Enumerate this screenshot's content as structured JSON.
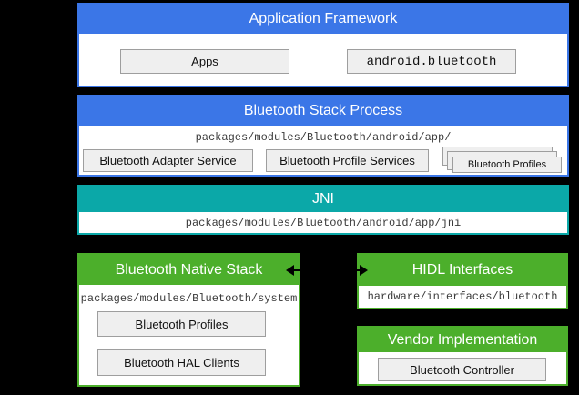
{
  "colors": {
    "canvas_bg": "#000000",
    "header_blue": "#3B76E7",
    "header_teal": "#0BA8A8",
    "header_green": "#4CAF2B",
    "body_bg": "#FFFFFF",
    "box_fill": "#EFEFEF",
    "box_border": "#9E9E9E",
    "path_text": "#3A3A3A"
  },
  "sections": {
    "application_framework": {
      "title": "Application Framework",
      "boxes": {
        "apps": "Apps",
        "api": "android.bluetooth"
      }
    },
    "bluetooth_stack_process": {
      "title": "Bluetooth Stack Process",
      "path": "packages/modules/Bluetooth/android/app/",
      "boxes": {
        "adapter_service": "Bluetooth Adapter Service",
        "profile_services": "Bluetooth Profile Services",
        "profiles_stack": "Bluetooth Profiles"
      }
    },
    "jni": {
      "title": "JNI",
      "path": "packages/modules/Bluetooth/android/app/jni"
    },
    "bluetooth_native_stack": {
      "title": "Bluetooth Native Stack",
      "path": "packages/modules/Bluetooth/system",
      "boxes": {
        "profiles": "Bluetooth Profiles",
        "hal_clients": "Bluetooth HAL Clients"
      }
    },
    "hidl_interfaces": {
      "title": "HIDL Interfaces",
      "path": "hardware/interfaces/bluetooth"
    },
    "vendor_implementation": {
      "title": "Vendor Implementation",
      "boxes": {
        "controller": "Bluetooth Controller"
      }
    }
  }
}
